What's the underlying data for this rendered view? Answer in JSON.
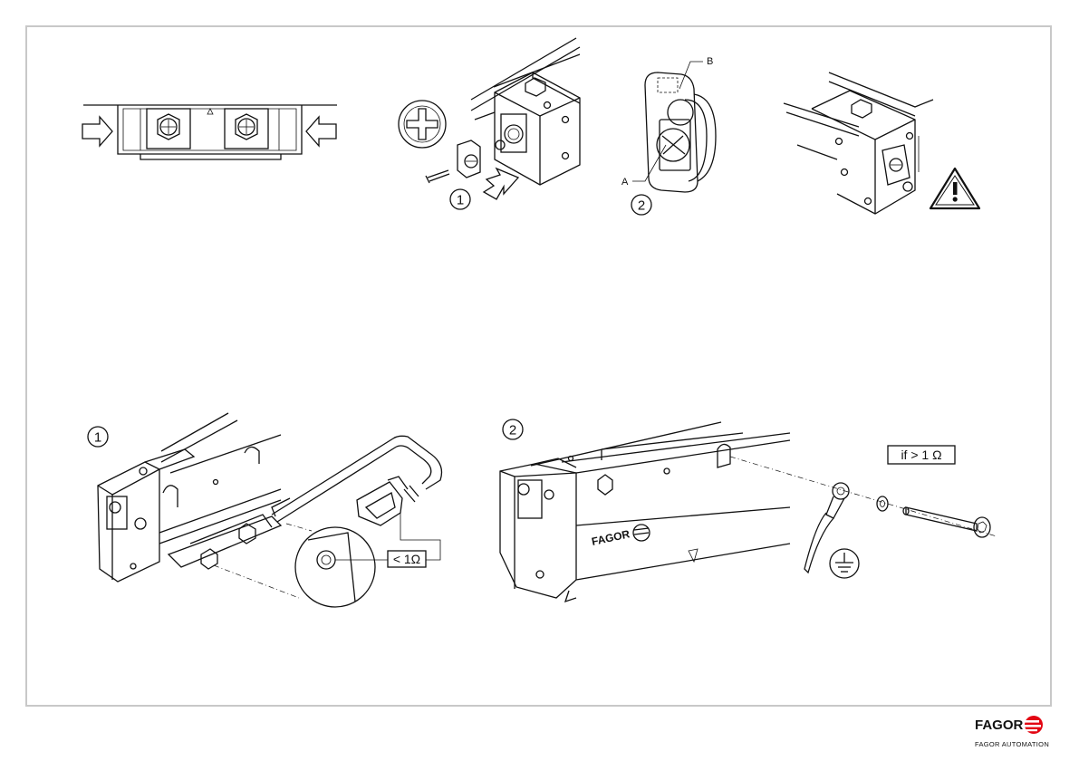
{
  "panels": {
    "top_middle": {
      "step_1": "1",
      "step_2": "2",
      "label_a": "A",
      "label_b": "B"
    },
    "bottom_left": {
      "step": "1",
      "resistance_label": "< 1Ω"
    },
    "bottom_right": {
      "step": "2",
      "resistance_label": "if > 1 Ω",
      "part_brand": "FAGOR"
    }
  },
  "footer": {
    "logo_text": "FAGOR",
    "company": "FAGOR AUTOMATION",
    "logo_color": "#e30613"
  },
  "icons": [
    "arrow-right-icon",
    "arrow-left-icon",
    "phillips-screwdriver-icon",
    "warning-icon",
    "ground-symbol-icon",
    "fagor-logo-icon"
  ]
}
